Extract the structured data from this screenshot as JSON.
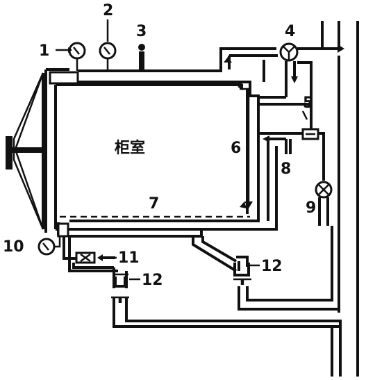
{
  "chamber": {
    "label": "柜室"
  },
  "callouts": [
    {
      "id": "1",
      "text": "1"
    },
    {
      "id": "2",
      "text": "2"
    },
    {
      "id": "3",
      "text": "3"
    },
    {
      "id": "4",
      "text": "4"
    },
    {
      "id": "5",
      "text": "5"
    },
    {
      "id": "6",
      "text": "6"
    },
    {
      "id": "7",
      "text": "7"
    },
    {
      "id": "8",
      "text": "8"
    },
    {
      "id": "9",
      "text": "9"
    },
    {
      "id": "10",
      "text": "10"
    },
    {
      "id": "11",
      "text": "11"
    },
    {
      "id": "12a",
      "text": "12"
    },
    {
      "id": "12b",
      "text": "12"
    }
  ]
}
